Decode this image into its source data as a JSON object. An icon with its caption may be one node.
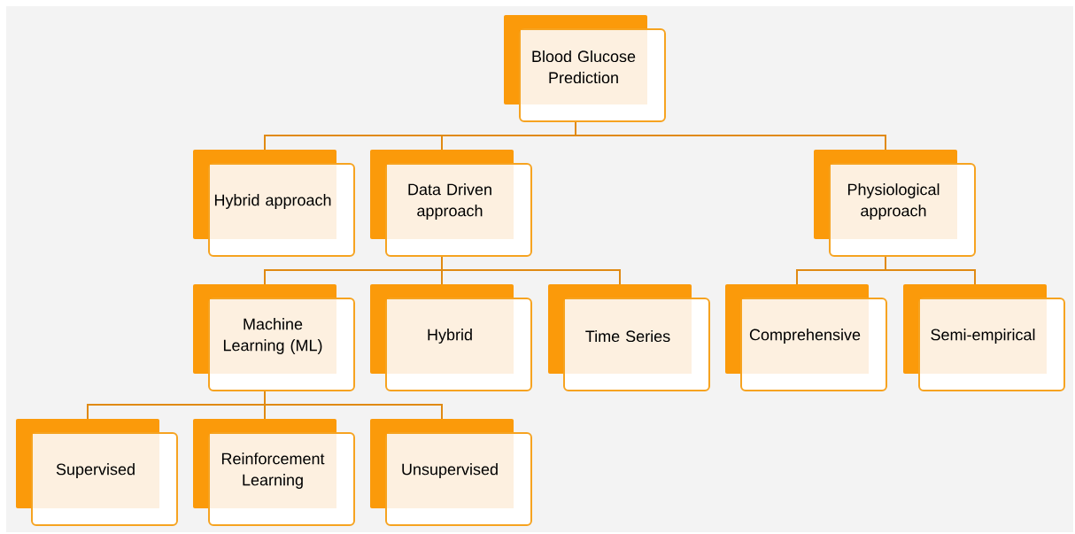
{
  "diagram": {
    "nodes": [
      {
        "text": [
          "Blood Glucose Prediction"
        ]
      },
      {
        "text": [
          "Hybrid approach"
        ]
      },
      {
        "text": [
          "Data Driven approach"
        ]
      },
      {
        "text": [
          "Physiological approach"
        ]
      },
      {
        "text": [
          "Machine Learning (ML)"
        ]
      },
      {
        "text": [
          "Hybrid"
        ]
      },
      {
        "text": [
          "Time Series"
        ]
      },
      {
        "text": [
          "Comprehensive"
        ]
      },
      {
        "text": [
          "Semi-empirical"
        ]
      },
      {
        "text": [
          "Supervised"
        ]
      },
      {
        "text": [
          "Reinforcement Learning"
        ]
      },
      {
        "text": [
          "Unsupervised"
        ]
      }
    ],
    "edges": [
      {
        "from": 0,
        "to": 1,
        "arrow": "none"
      },
      {
        "from": 0,
        "to": 2,
        "arrow": "none"
      },
      {
        "from": 0,
        "to": 3,
        "arrow": "none"
      },
      {
        "from": 2,
        "to": 4,
        "arrow": "none"
      },
      {
        "from": 2,
        "to": 5,
        "arrow": "none"
      },
      {
        "from": 2,
        "to": 6,
        "arrow": "none"
      },
      {
        "from": 3,
        "to": 7,
        "arrow": "none"
      },
      {
        "from": 3,
        "to": 8,
        "arrow": "none"
      },
      {
        "from": 4,
        "to": 9,
        "arrow": "none"
      },
      {
        "from": 4,
        "to": 10,
        "arrow": "none"
      },
      {
        "from": 4,
        "to": 11,
        "arrow": "none"
      }
    ]
  }
}
